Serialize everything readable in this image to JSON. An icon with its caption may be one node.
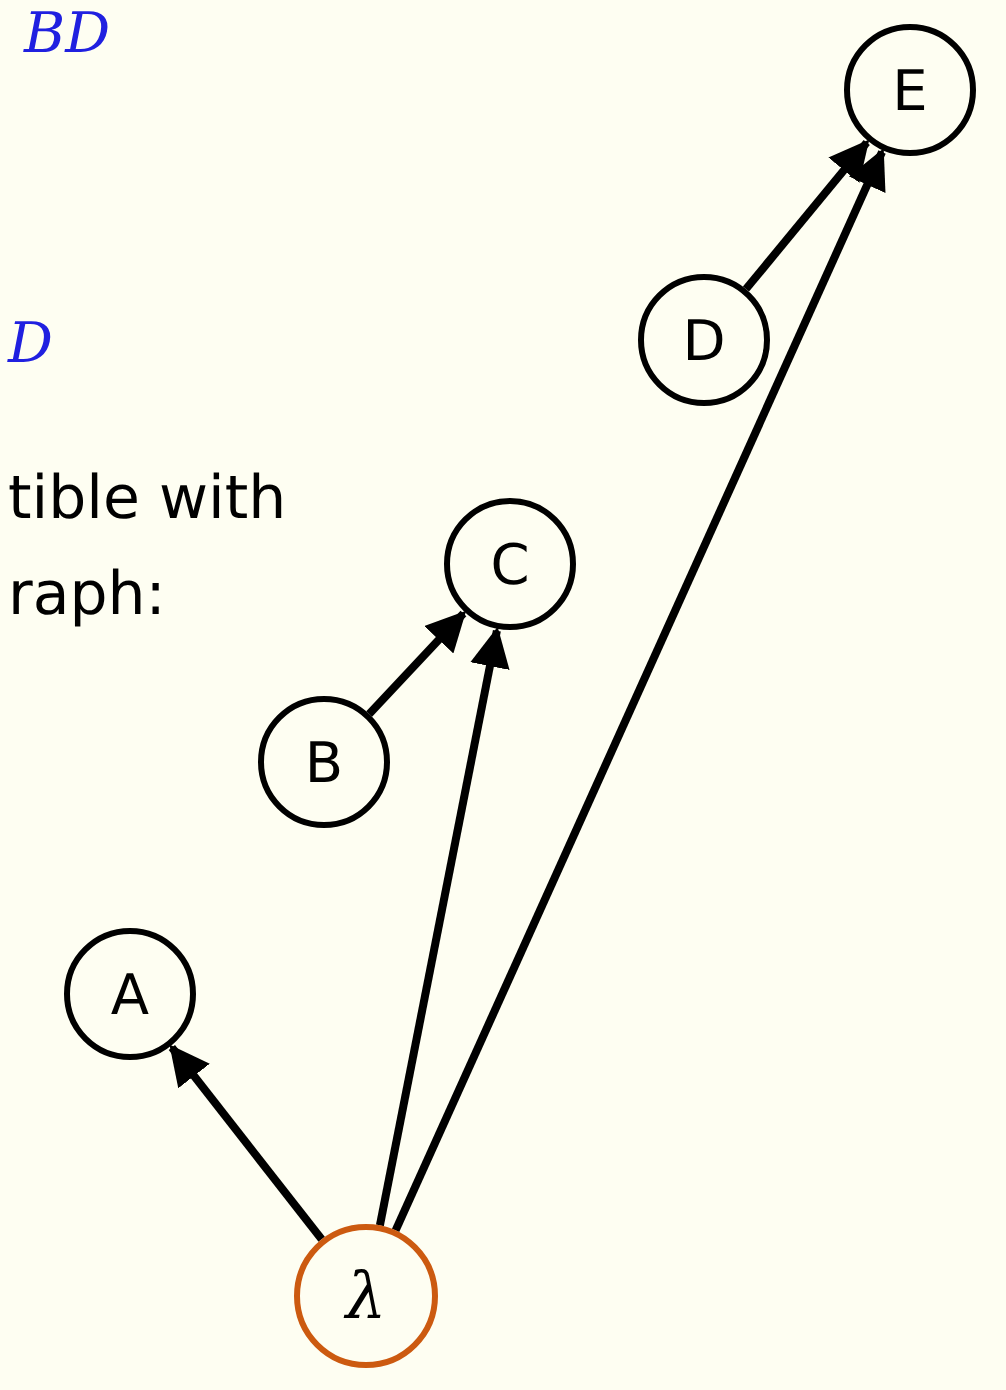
{
  "diagram": {
    "nodes": [
      {
        "text": [
          "E"
        ]
      },
      {
        "text": [
          "D"
        ]
      },
      {
        "text": [
          "C"
        ]
      },
      {
        "text": [
          "B"
        ]
      },
      {
        "text": [
          "A"
        ]
      },
      {
        "text": [
          "λ"
        ]
      }
    ],
    "edges": [
      {
        "from": 1,
        "to": 0,
        "arrow": "to"
      },
      {
        "from": 3,
        "to": 2,
        "arrow": "to"
      },
      {
        "from": 5,
        "to": 4,
        "arrow": "to"
      },
      {
        "from": 5,
        "to": 2,
        "arrow": "to"
      },
      {
        "from": 5,
        "to": 0,
        "arrow": "to"
      }
    ],
    "labels": [
      "BD",
      "D",
      "tible with raph:"
    ]
  }
}
